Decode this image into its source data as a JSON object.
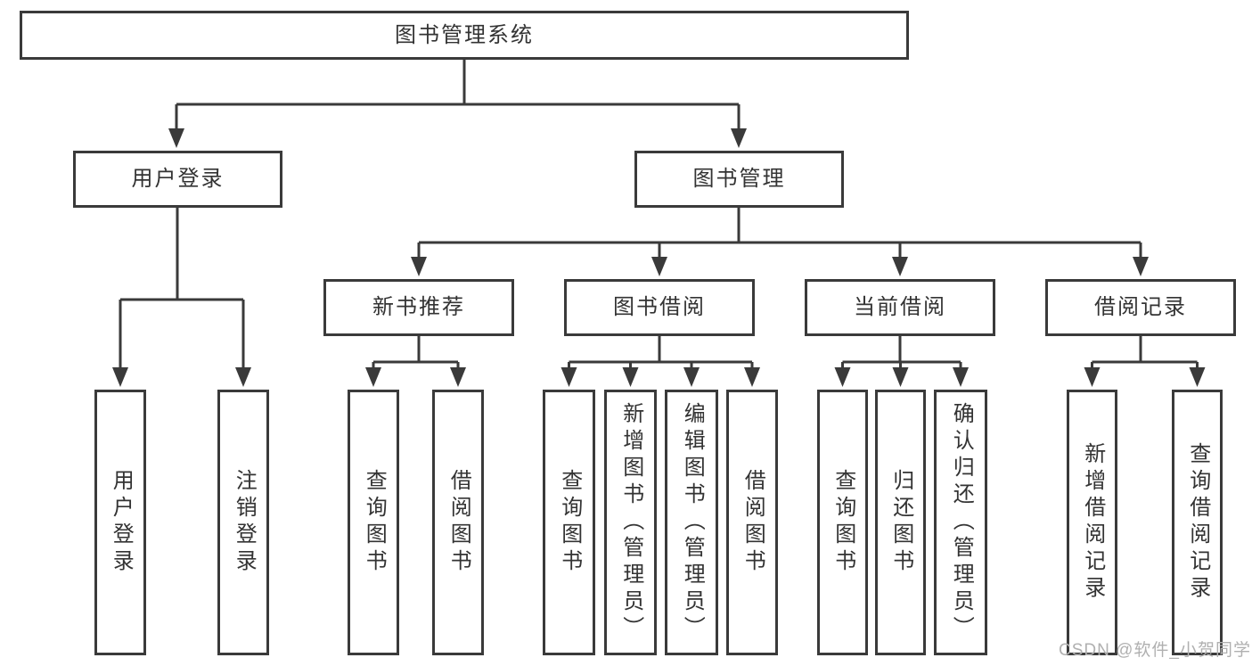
{
  "tree": {
    "root": {
      "label": "图书管理系统"
    },
    "branches": [
      {
        "label": "用户登录",
        "children": [
          {
            "label": "用户登录"
          },
          {
            "label": "注销登录"
          }
        ]
      },
      {
        "label": "图书管理",
        "children": [
          {
            "label": "新书推荐",
            "children": [
              {
                "label": "查询图书"
              },
              {
                "label": "借阅图书"
              }
            ]
          },
          {
            "label": "图书借阅",
            "children": [
              {
                "label": "查询图书"
              },
              {
                "label": "新增图书（管理员）"
              },
              {
                "label": "编辑图书（管理员）"
              },
              {
                "label": "借阅图书"
              }
            ]
          },
          {
            "label": "当前借阅",
            "children": [
              {
                "label": "查询图书"
              },
              {
                "label": "归还图书"
              },
              {
                "label": "确认归还（管理员）"
              }
            ]
          },
          {
            "label": "借阅记录",
            "children": [
              {
                "label": "新增借阅记录"
              },
              {
                "label": "查询借阅记录"
              }
            ]
          }
        ]
      }
    ]
  },
  "watermark": "CSDN @软件_小贺同学",
  "colors": {
    "line": "#3a3a3a",
    "text": "#333333",
    "background": "#ffffff",
    "watermark": "#b0b0b0"
  }
}
